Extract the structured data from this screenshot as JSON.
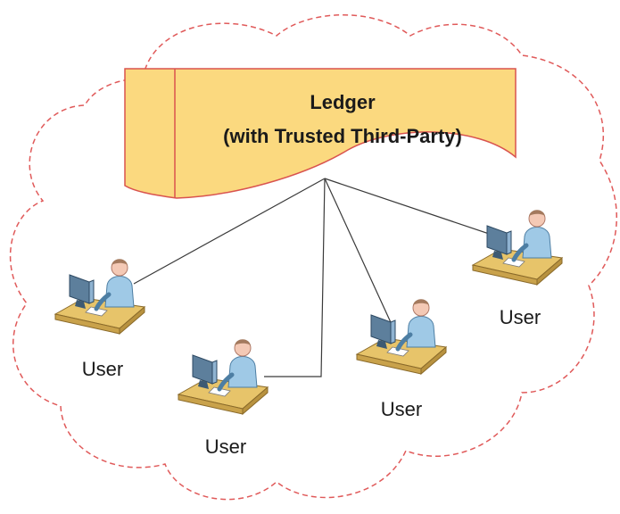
{
  "ledger": {
    "title": "Ledger",
    "subtitle": "(with Trusted Third-Party)"
  },
  "users": [
    {
      "label": "User"
    },
    {
      "label": "User"
    },
    {
      "label": "User"
    },
    {
      "label": "User"
    }
  ],
  "colors": {
    "cloud_border": "#e05a5a",
    "ledger_fill": "#fbd97f",
    "ledger_border": "#d9534f",
    "connector": "#3a3a3a",
    "desk": "#e7c46a",
    "person": "#9fc9e6",
    "skin": "#f4c9b5",
    "monitor": "#5d7f9c"
  },
  "icons": [
    "user-workstation-icon"
  ]
}
